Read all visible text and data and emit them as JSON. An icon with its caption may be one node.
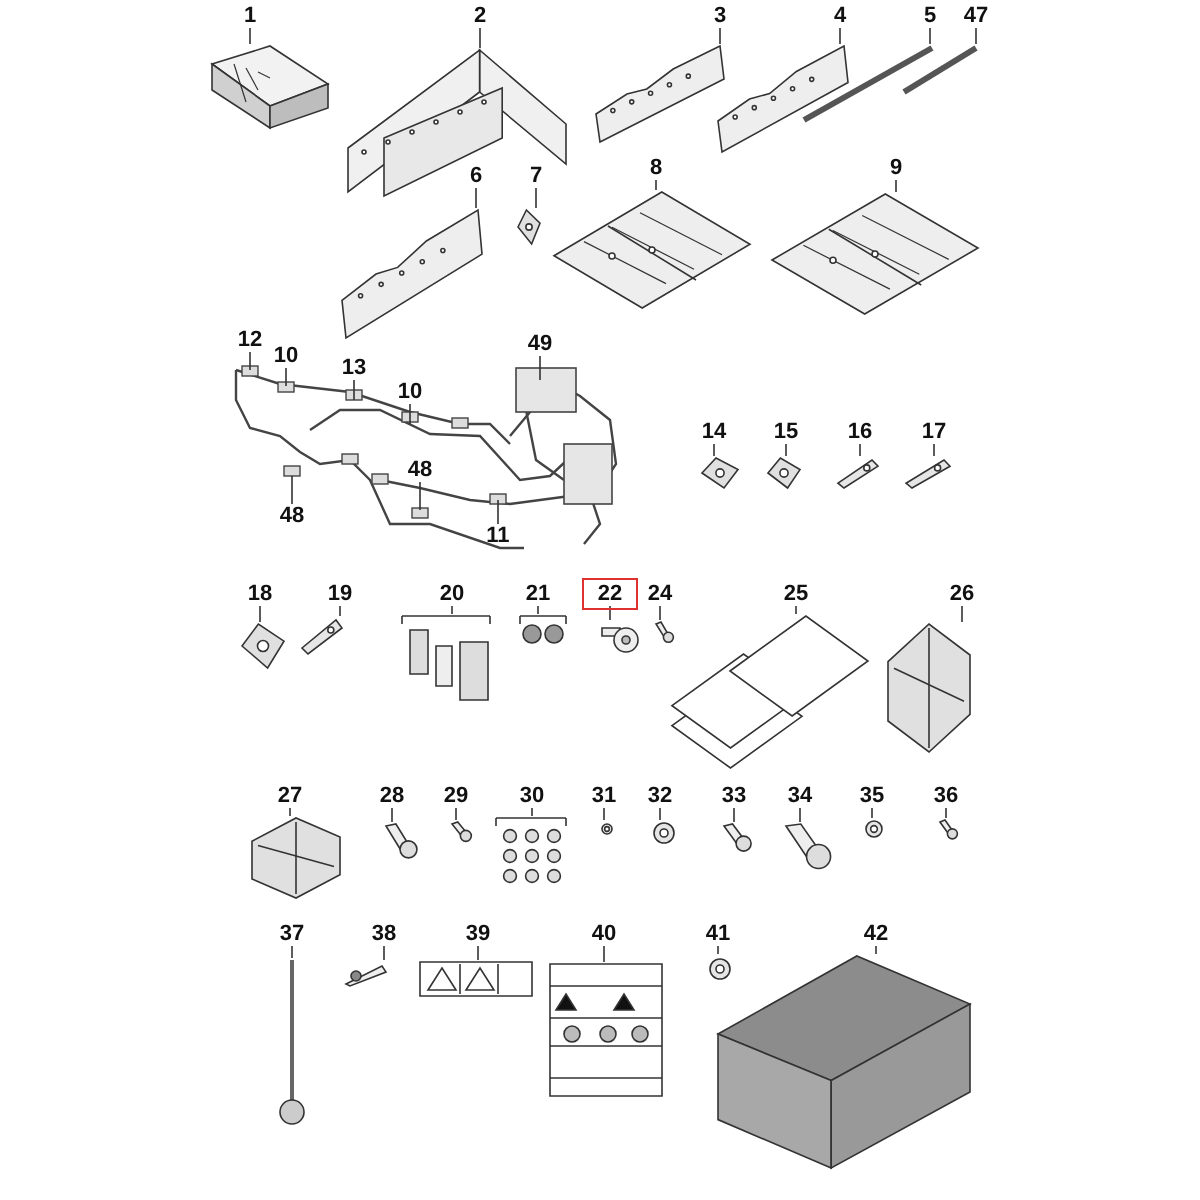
{
  "diagram": {
    "nodes": [
      {
        "text": [
          "1"
        ]
      },
      {
        "text": [],
        "shape": "picture"
      },
      {
        "text": [
          "2"
        ]
      },
      {
        "text": [],
        "shape": "picture"
      },
      {
        "text": [
          "3"
        ]
      },
      {
        "text": [],
        "shape": "picture"
      },
      {
        "text": [
          "4"
        ]
      },
      {
        "text": [],
        "shape": "picture"
      },
      {
        "text": [
          "5"
        ]
      },
      {
        "text": [],
        "shape": "picture"
      },
      {
        "text": [
          "47"
        ]
      },
      {
        "text": [],
        "shape": "picture"
      },
      {
        "text": [
          "6"
        ]
      },
      {
        "text": [],
        "shape": "picture"
      },
      {
        "text": [
          "7"
        ]
      },
      {
        "text": [],
        "shape": "picture"
      },
      {
        "text": [
          "8"
        ]
      },
      {
        "text": [],
        "shape": "picture"
      },
      {
        "text": [
          "9"
        ]
      },
      {
        "text": [],
        "shape": "picture"
      },
      {
        "text": [
          "12"
        ]
      },
      {
        "text": [
          "10"
        ]
      },
      {
        "text": [
          "13"
        ]
      },
      {
        "text": [
          "10"
        ]
      },
      {
        "text": [
          "49"
        ]
      },
      {
        "text": [
          "48"
        ]
      },
      {
        "text": [
          "48"
        ]
      },
      {
        "text": [
          "11"
        ]
      },
      {
        "text": [
          "14"
        ]
      },
      {
        "text": [],
        "shape": "picture"
      },
      {
        "text": [
          "15"
        ]
      },
      {
        "text": [],
        "shape": "picture"
      },
      {
        "text": [
          "16"
        ]
      },
      {
        "text": [],
        "shape": "picture"
      },
      {
        "text": [
          "17"
        ]
      },
      {
        "text": [],
        "shape": "picture"
      },
      {
        "text": [
          "18"
        ]
      },
      {
        "text": [],
        "shape": "picture"
      },
      {
        "text": [
          "19"
        ]
      },
      {
        "text": [],
        "shape": "picture"
      },
      {
        "text": [
          "20"
        ]
      },
      {
        "text": [],
        "shape": "picture"
      },
      {
        "text": [
          "21"
        ]
      },
      {
        "text": [],
        "shape": "picture"
      },
      {
        "text": [
          "22"
        ]
      },
      {
        "text": [],
        "shape": "picture"
      },
      {
        "text": [
          "24"
        ]
      },
      {
        "text": [],
        "shape": "picture"
      },
      {
        "text": [
          "25"
        ]
      },
      {
        "text": [],
        "shape": "picture"
      },
      {
        "text": [
          "26"
        ]
      },
      {
        "text": [],
        "shape": "picture"
      },
      {
        "text": [
          "27"
        ]
      },
      {
        "text": [],
        "shape": "picture"
      },
      {
        "text": [
          "28"
        ]
      },
      {
        "text": [],
        "shape": "picture"
      },
      {
        "text": [
          "29"
        ]
      },
      {
        "text": [],
        "shape": "picture"
      },
      {
        "text": [
          "30"
        ]
      },
      {
        "text": [],
        "shape": "picture"
      },
      {
        "text": [
          "31"
        ]
      },
      {
        "text": [],
        "shape": "picture"
      },
      {
        "text": [
          "32"
        ]
      },
      {
        "text": [],
        "shape": "picture"
      },
      {
        "text": [
          "33"
        ]
      },
      {
        "text": [],
        "shape": "picture"
      },
      {
        "text": [
          "34"
        ]
      },
      {
        "text": [],
        "shape": "picture"
      },
      {
        "text": [
          "35"
        ]
      },
      {
        "text": [],
        "shape": "picture"
      },
      {
        "text": [
          "36"
        ]
      },
      {
        "text": [],
        "shape": "picture"
      },
      {
        "text": [
          "37"
        ]
      },
      {
        "text": [],
        "shape": "picture"
      },
      {
        "text": [
          "38"
        ]
      },
      {
        "text": [],
        "shape": "picture"
      },
      {
        "text": [
          "39"
        ]
      },
      {
        "text": [],
        "shape": "picture"
      },
      {
        "text": [
          "40"
        ]
      },
      {
        "text": [],
        "shape": "picture"
      },
      {
        "text": [
          "41"
        ]
      },
      {
        "text": [],
        "shape": "picture"
      },
      {
        "text": [
          "42"
        ]
      },
      {
        "text": [],
        "shape": "picture"
      }
    ],
    "edges": [
      {
        "from": 0,
        "to": 1,
        "arrow": "none"
      },
      {
        "from": 2,
        "to": 3,
        "arrow": "none"
      },
      {
        "from": 4,
        "to": 5,
        "arrow": "none"
      },
      {
        "from": 6,
        "to": 7,
        "arrow": "none"
      },
      {
        "from": 8,
        "to": 9,
        "arrow": "none"
      },
      {
        "from": 10,
        "to": 11,
        "arrow": "none"
      },
      {
        "from": 12,
        "to": 13,
        "arrow": "none"
      },
      {
        "from": 14,
        "to": 15,
        "arrow": "none"
      },
      {
        "from": 16,
        "to": 17,
        "arrow": "none"
      },
      {
        "from": 18,
        "to": 19,
        "arrow": "none"
      },
      {
        "from": 20,
        "to": null,
        "arrow": "none"
      },
      {
        "from": 21,
        "to": null,
        "arrow": "none"
      },
      {
        "from": 22,
        "to": null,
        "arrow": "none"
      },
      {
        "from": 23,
        "to": null,
        "arrow": "none"
      },
      {
        "from": 24,
        "to": null,
        "arrow": "none"
      },
      {
        "from": 25,
        "to": null,
        "arrow": "none"
      },
      {
        "from": 26,
        "to": null,
        "arrow": "none"
      },
      {
        "from": 27,
        "to": null,
        "arrow": "none"
      },
      {
        "from": 28,
        "to": 29,
        "arrow": "none"
      },
      {
        "from": 30,
        "to": 31,
        "arrow": "none"
      },
      {
        "from": 32,
        "to": 33,
        "arrow": "none"
      },
      {
        "from": 34,
        "to": 35,
        "arrow": "none"
      },
      {
        "from": 36,
        "to": 37,
        "arrow": "none"
      },
      {
        "from": 38,
        "to": 39,
        "arrow": "none"
      },
      {
        "from": 40,
        "to": 41,
        "arrow": "none"
      },
      {
        "from": 42,
        "to": 43,
        "arrow": "none"
      },
      {
        "from": 44,
        "to": 45,
        "arrow": "none"
      },
      {
        "from": 46,
        "to": 47,
        "arrow": "none"
      },
      {
        "from": 48,
        "to": 49,
        "arrow": "none"
      },
      {
        "from": 50,
        "to": 51,
        "arrow": "none"
      },
      {
        "from": 52,
        "to": 53,
        "arrow": "none"
      },
      {
        "from": 54,
        "to": 55,
        "arrow": "none"
      },
      {
        "from": 56,
        "to": 57,
        "arrow": "none"
      },
      {
        "from": 58,
        "to": 59,
        "arrow": "none"
      },
      {
        "from": 60,
        "to": 61,
        "arrow": "none"
      },
      {
        "from": 62,
        "to": 63,
        "arrow": "none"
      },
      {
        "from": 64,
        "to": 65,
        "arrow": "none"
      },
      {
        "from": 66,
        "to": 67,
        "arrow": "none"
      },
      {
        "from": 68,
        "to": 69,
        "arrow": "none"
      },
      {
        "from": 70,
        "to": 71,
        "arrow": "none"
      },
      {
        "from": 72,
        "to": 73,
        "arrow": "none"
      },
      {
        "from": 74,
        "to": 75,
        "arrow": "none"
      },
      {
        "from": 76,
        "to": 77,
        "arrow": "none"
      },
      {
        "from": 78,
        "to": 79,
        "arrow": "none"
      },
      {
        "from": 80,
        "to": 81,
        "arrow": "none"
      },
      {
        "from": 82,
        "to": 83,
        "arrow": "none"
      }
    ]
  }
}
